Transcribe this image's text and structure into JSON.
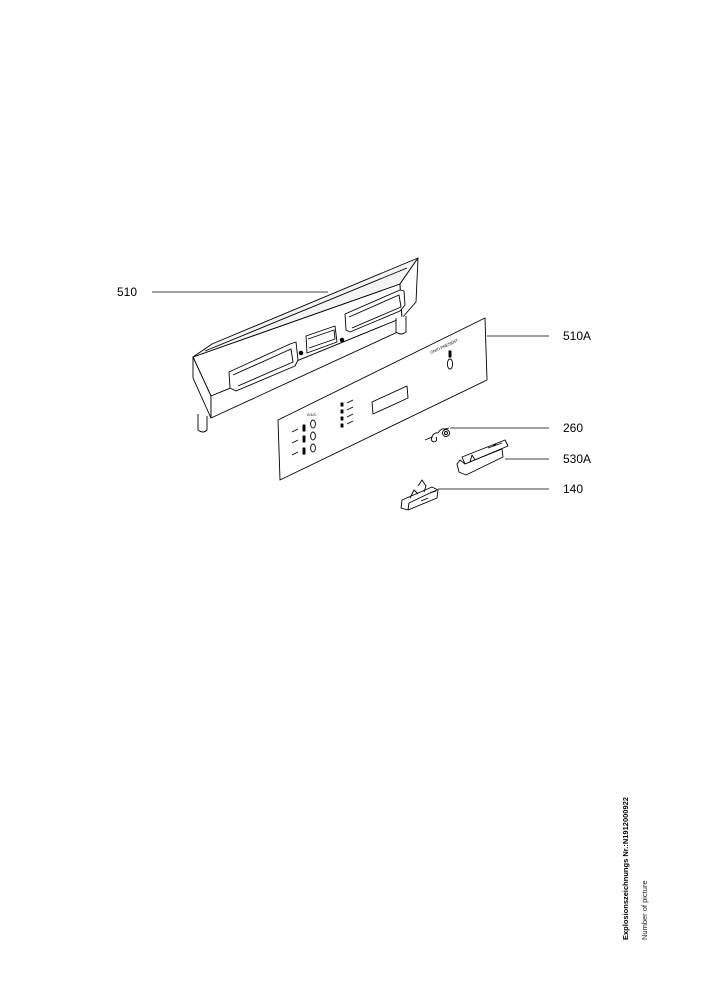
{
  "callouts": [
    {
      "label": "510"
    },
    {
      "label": "510A"
    },
    {
      "label": "260"
    },
    {
      "label": "530A"
    },
    {
      "label": "140"
    }
  ],
  "footer": {
    "drawing_number": "Explosionszeichnungs Nr.:N1912000922",
    "caption": "Number of picture"
  }
}
